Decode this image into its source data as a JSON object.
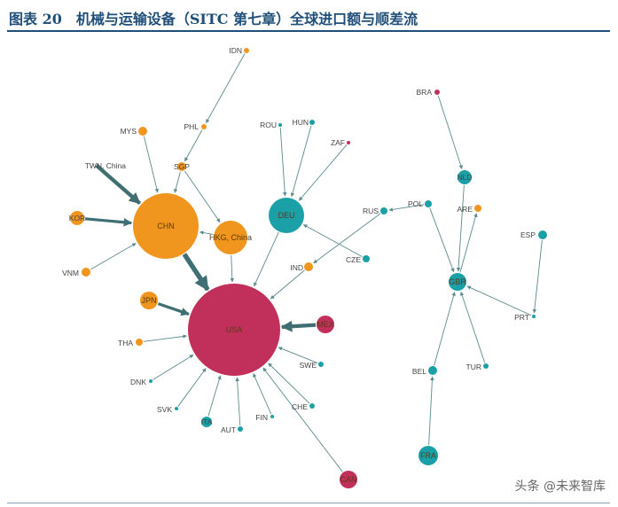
{
  "figure": {
    "title": "图表 20　机械与运输设备（SITC 第七章）全球进口额与顺差流",
    "watermark": "头条 @未来智库"
  },
  "colors": {
    "orange": "#f0961e",
    "teal": "#1aa0a6",
    "crimson": "#c0305a",
    "edge": "#5b8a8e",
    "edge_strong": "#3f6f73"
  },
  "nodes": [
    {
      "id": "IDN",
      "label": "IDN",
      "color": "orange"
    },
    {
      "id": "MYS",
      "label": "MYS",
      "color": "orange"
    },
    {
      "id": "PHL",
      "label": "PHL",
      "color": "orange"
    },
    {
      "id": "TWN",
      "label": "TWN, China",
      "color": "orange"
    },
    {
      "id": "SGP",
      "label": "SGP",
      "color": "orange"
    },
    {
      "id": "KOR",
      "label": "KOR",
      "color": "orange"
    },
    {
      "id": "CHN",
      "label": "CHN",
      "color": "orange"
    },
    {
      "id": "HKG",
      "label": "HKG, China",
      "color": "orange"
    },
    {
      "id": "VNM",
      "label": "VNM",
      "color": "orange"
    },
    {
      "id": "JPN",
      "label": "JPN",
      "color": "orange"
    },
    {
      "id": "THA",
      "label": "THA",
      "color": "orange"
    },
    {
      "id": "USA",
      "label": "USA",
      "color": "crimson"
    },
    {
      "id": "MEX",
      "label": "MEX",
      "color": "crimson"
    },
    {
      "id": "CAN",
      "label": "CAN",
      "color": "crimson"
    },
    {
      "id": "ROU",
      "label": "ROU",
      "color": "teal"
    },
    {
      "id": "HUN",
      "label": "HUN",
      "color": "teal"
    },
    {
      "id": "ZAF",
      "label": "ZAF",
      "color": "crimson"
    },
    {
      "id": "DEU",
      "label": "DEU",
      "color": "teal"
    },
    {
      "id": "CZE",
      "label": "CZE",
      "color": "teal"
    },
    {
      "id": "IND",
      "label": "IND",
      "color": "orange"
    },
    {
      "id": "RUS",
      "label": "RUS",
      "color": "teal"
    },
    {
      "id": "SWE",
      "label": "SWE",
      "color": "teal"
    },
    {
      "id": "DNK",
      "label": "DNK",
      "color": "teal"
    },
    {
      "id": "SVK",
      "label": "SVK",
      "color": "teal"
    },
    {
      "id": "ITA",
      "label": "ITA",
      "color": "teal"
    },
    {
      "id": "AUT",
      "label": "AUT",
      "color": "teal"
    },
    {
      "id": "FIN",
      "label": "FIN",
      "color": "teal"
    },
    {
      "id": "CHE",
      "label": "CHE",
      "color": "teal"
    },
    {
      "id": "BRA",
      "label": "BRA",
      "color": "crimson"
    },
    {
      "id": "NLD",
      "label": "NLD",
      "color": "teal"
    },
    {
      "id": "POL",
      "label": "POL",
      "color": "teal"
    },
    {
      "id": "ARE",
      "label": "ARE",
      "color": "orange"
    },
    {
      "id": "ESP",
      "label": "ESP",
      "color": "teal"
    },
    {
      "id": "GBR",
      "label": "GBR",
      "color": "teal"
    },
    {
      "id": "PRT",
      "label": "PRT",
      "color": "teal"
    },
    {
      "id": "BEL",
      "label": "BEL",
      "color": "teal"
    },
    {
      "id": "TUR",
      "label": "TUR",
      "color": "teal"
    },
    {
      "id": "FRA",
      "label": "FRA",
      "color": "teal"
    }
  ],
  "edges": [
    {
      "from": "IDN",
      "to": "PHL",
      "weight": 1
    },
    {
      "from": "PHL",
      "to": "SGP",
      "weight": 1
    },
    {
      "from": "MYS",
      "to": "CHN",
      "weight": 1
    },
    {
      "from": "TWN",
      "to": "CHN",
      "weight": 3
    },
    {
      "from": "SGP",
      "to": "CHN",
      "weight": 1
    },
    {
      "from": "SGP",
      "to": "HKG",
      "weight": 1
    },
    {
      "from": "KOR",
      "to": "CHN",
      "weight": 2
    },
    {
      "from": "VNM",
      "to": "CHN",
      "weight": 1
    },
    {
      "from": "CHN",
      "to": "USA",
      "weight": 4
    },
    {
      "from": "HKG",
      "to": "CHN",
      "weight": 1
    },
    {
      "from": "HKG",
      "to": "USA",
      "weight": 1
    },
    {
      "from": "JPN",
      "to": "USA",
      "weight": 2
    },
    {
      "from": "THA",
      "to": "USA",
      "weight": 1
    },
    {
      "from": "MEX",
      "to": "USA",
      "weight": 3
    },
    {
      "from": "CAN",
      "to": "USA",
      "weight": 1
    },
    {
      "from": "DEU",
      "to": "USA",
      "weight": 1
    },
    {
      "from": "ROU",
      "to": "DEU",
      "weight": 1
    },
    {
      "from": "HUN",
      "to": "DEU",
      "weight": 1
    },
    {
      "from": "ZAF",
      "to": "DEU",
      "weight": 1
    },
    {
      "from": "CZE",
      "to": "DEU",
      "weight": 1
    },
    {
      "from": "IND",
      "to": "USA",
      "weight": 1
    },
    {
      "from": "RUS",
      "to": "IND",
      "weight": 1
    },
    {
      "from": "POL",
      "to": "RUS",
      "weight": 1
    },
    {
      "from": "SWE",
      "to": "USA",
      "weight": 1
    },
    {
      "from": "DNK",
      "to": "USA",
      "weight": 1
    },
    {
      "from": "SVK",
      "to": "USA",
      "weight": 1
    },
    {
      "from": "ITA",
      "to": "USA",
      "weight": 1
    },
    {
      "from": "AUT",
      "to": "USA",
      "weight": 1
    },
    {
      "from": "FIN",
      "to": "USA",
      "weight": 1
    },
    {
      "from": "CHE",
      "to": "USA",
      "weight": 1
    },
    {
      "from": "BRA",
      "to": "NLD",
      "weight": 1
    },
    {
      "from": "NLD",
      "to": "GBR",
      "weight": 1
    },
    {
      "from": "POL",
      "to": "GBR",
      "weight": 1
    },
    {
      "from": "GBR",
      "to": "ARE",
      "weight": 1
    },
    {
      "from": "ESP",
      "to": "PRT",
      "weight": 1
    },
    {
      "from": "PRT",
      "to": "GBR",
      "weight": 1
    },
    {
      "from": "BEL",
      "to": "GBR",
      "weight": 1
    },
    {
      "from": "TUR",
      "to": "GBR",
      "weight": 1
    },
    {
      "from": "FRA",
      "to": "BEL",
      "weight": 1
    }
  ]
}
